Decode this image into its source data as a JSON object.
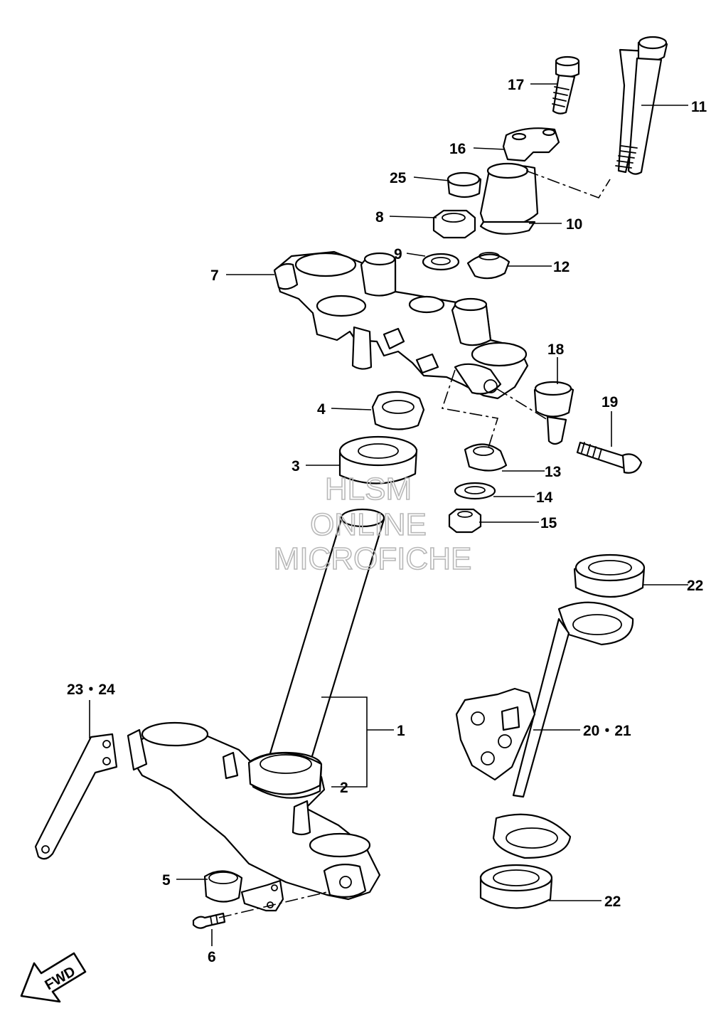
{
  "diagram": {
    "callouts": {
      "c1": "1",
      "c2": "2",
      "c3": "3",
      "c4": "4",
      "c5": "5",
      "c6": "6",
      "c7": "7",
      "c8": "8",
      "c9": "9",
      "c10": "10",
      "c11": "11",
      "c12": "12",
      "c13": "13",
      "c14": "14",
      "c15": "15",
      "c16": "16",
      "c17": "17",
      "c18": "18",
      "c19": "19",
      "c20_21": "20・21",
      "c22_top": "22",
      "c22_bottom": "22",
      "c23_24": "23・24",
      "c25": "25"
    },
    "watermark": {
      "line1": "HLSM",
      "line2": "ONLINE",
      "line3": "MICROFICHE"
    },
    "fwd_label": "FWD"
  }
}
